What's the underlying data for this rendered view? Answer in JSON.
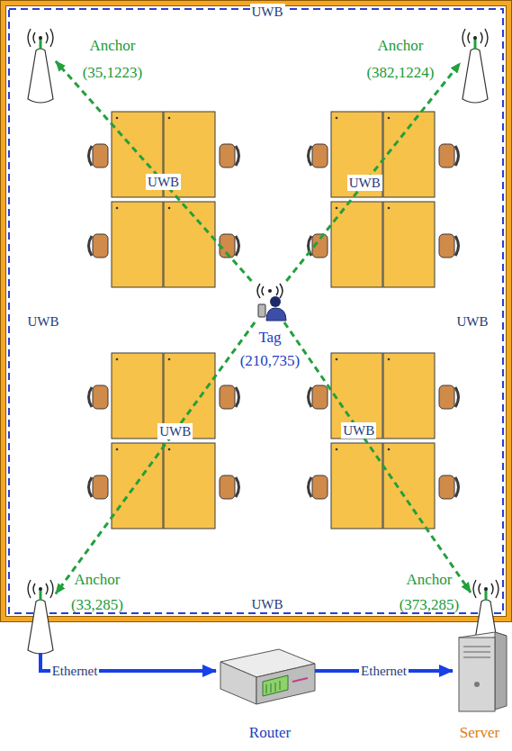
{
  "diagram": {
    "nodes": [
      {
        "text": [
          "Anchor (35,1223)"
        ]
      },
      {
        "text": [
          "Anchor (382,1224)"
        ]
      },
      {
        "text": [
          "Tag (210,735)"
        ]
      },
      {
        "text": [
          "Anchor (33,285)"
        ]
      },
      {
        "text": [
          "Anchor (373,285)"
        ]
      },
      {
        "text": [
          "Router"
        ]
      },
      {
        "text": [
          "Server"
        ]
      }
    ],
    "edges": [
      {
        "from": 2,
        "to": 0,
        "arrow": "to",
        "label": "UWB"
      },
      {
        "from": 2,
        "to": 1,
        "arrow": "to",
        "label": "UWB"
      },
      {
        "from": 2,
        "to": 3,
        "arrow": "to",
        "label": "UWB"
      },
      {
        "from": 2,
        "to": 4,
        "arrow": "to",
        "label": "UWB"
      },
      {
        "from": 3,
        "to": 5,
        "arrow": "to",
        "label": "Ethernet"
      },
      {
        "from": 5,
        "to": 6,
        "arrow": "to",
        "label": "Ethernet"
      }
    ],
    "labels": [
      "UWB",
      "UWB",
      "UWB",
      "UWB"
    ]
  }
}
